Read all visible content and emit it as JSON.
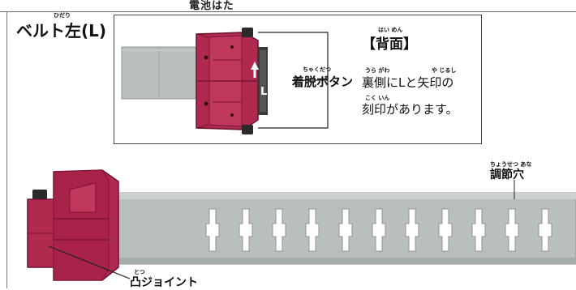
{
  "header": {
    "cut_text": "電池はた"
  },
  "title": {
    "text": "ベルト左(L)",
    "ruby": "ひだり"
  },
  "back_panel": {
    "heading": "【背面】",
    "heading_ruby": "はい めん",
    "button_label": "着脱ボタン",
    "button_label_ruby": "ちゃくだつ",
    "mark_letter": "L",
    "note_line1": "裏側にLと矢印の",
    "note_line1_ruby_1": "うら がわ",
    "note_line1_ruby_2": "や じるし",
    "note_line2": "刻印があります。",
    "note_line2_ruby": "こく いん"
  },
  "belt": {
    "holes_label": "調節穴",
    "holes_label_ruby": "ちょうせつ あな",
    "joint_label": "凸ジョイント",
    "joint_label_ruby": "とつ"
  },
  "colors": {
    "buckle": "#b0294f",
    "buckle_dark": "#7a1534",
    "strap": "#b9bfbb",
    "strap_dark": "#8e9591"
  }
}
